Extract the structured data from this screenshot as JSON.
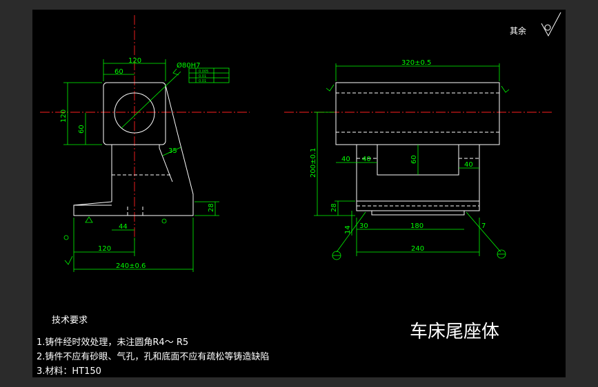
{
  "drawing": {
    "title": "车床尾座体",
    "surface_note": "其余",
    "tech_heading": "技术要求",
    "notes": [
      "1.铸件经时效处理，未注圆角R4～ R5",
      "2.铸件不应有砂眼、气孔，孔和底面不应有疏松等铸造缺陷",
      "3.材料：HT150"
    ]
  },
  "left_view": {
    "dims": {
      "width_top": "120",
      "half_top": "60",
      "bore": "Ø80H7",
      "height_box": "120",
      "height_center": "60",
      "angle": "35",
      "base_thk": "28",
      "base_half": "120",
      "slot": "44",
      "base_total": "240±0.6"
    },
    "tolerance_frame": [
      "0.005",
      "0.01",
      "0.01"
    ]
  },
  "right_view": {
    "dims": {
      "length": "320±0.5",
      "height": "200±0.1",
      "web_left_a": "40",
      "web_left_b": "40",
      "web_height": "60",
      "web_right": "40",
      "base_thk": "28",
      "foot": "14",
      "foot_len": "30",
      "slot_len": "180",
      "base_len": "240",
      "chamfer": "7"
    }
  },
  "colors": {
    "background": "#000000",
    "outline": "#ffffff",
    "dimension": "#00ff00",
    "centerline": "#ff2020"
  }
}
